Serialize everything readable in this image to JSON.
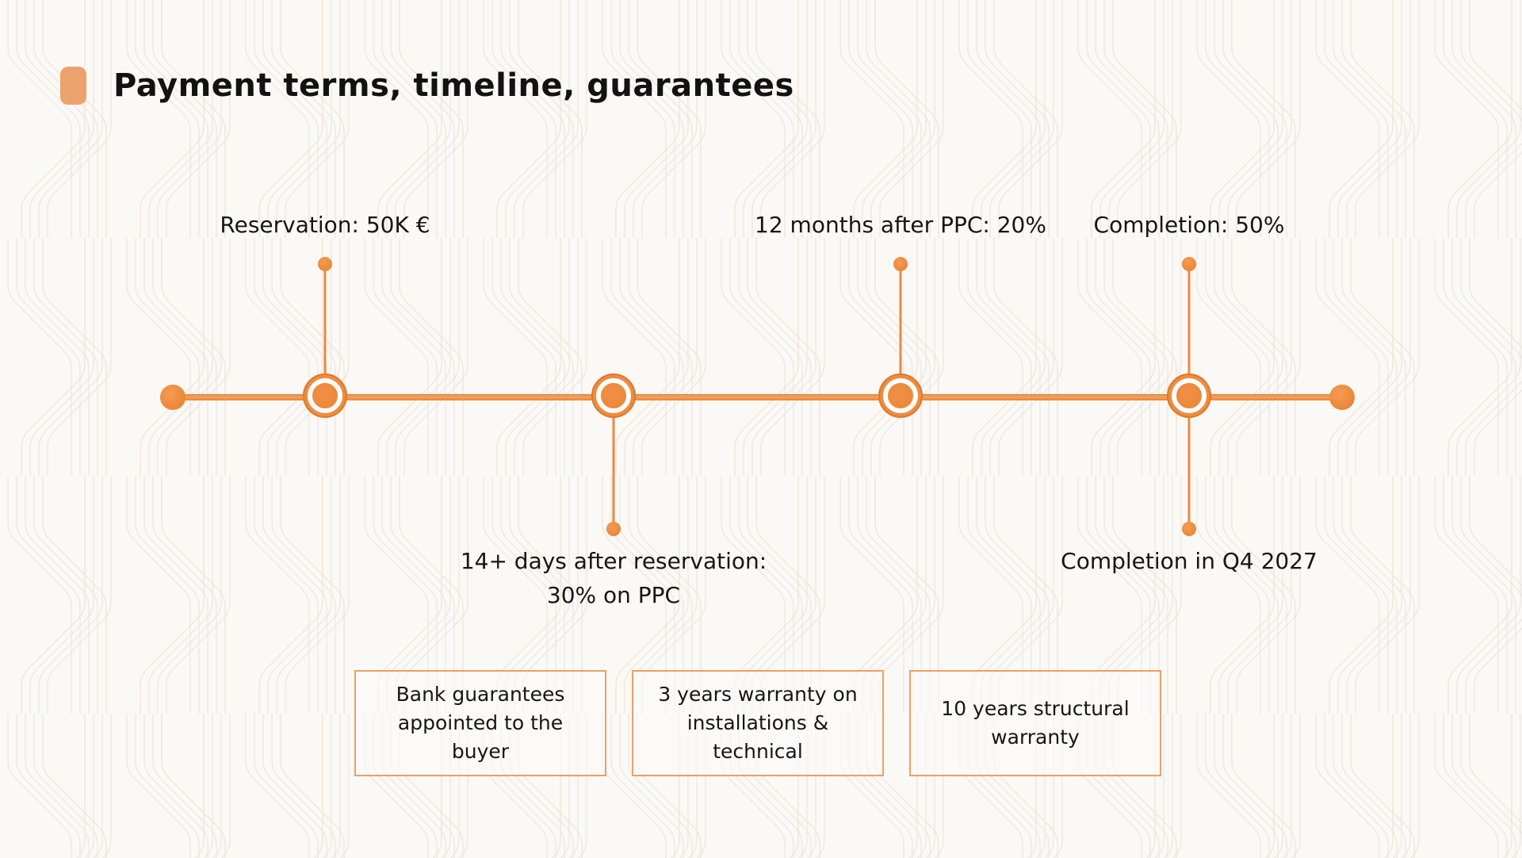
{
  "slide": {
    "title": "Payment terms, timeline, guarantees"
  },
  "colors": {
    "accent_orange": "#EF8C3E",
    "accent_orange_dark": "#DF772E",
    "accent_orange_soft": "#EDA26B",
    "box_border_orange": "#ECA064",
    "text_dark": "#161616",
    "background": "#FAF9F6"
  },
  "timeline": {
    "nodes": [
      {
        "id": "reservation",
        "label_above": "Reservation: 50K €"
      },
      {
        "id": "after-reservation",
        "label_below_line1": "14+ days after reservation:",
        "label_below_line2": "30% on PPC"
      },
      {
        "id": "after-ppc",
        "label_above": "12 months after PPC: 20%"
      },
      {
        "id": "completion",
        "label_above": "Completion: 50%",
        "label_below": "Completion in Q4 2027"
      }
    ]
  },
  "guarantees": [
    {
      "text": "Bank guarantees appointed to the buyer"
    },
    {
      "text": "3 years warranty on installations & technical"
    },
    {
      "text": "10 years structural warranty"
    }
  ]
}
